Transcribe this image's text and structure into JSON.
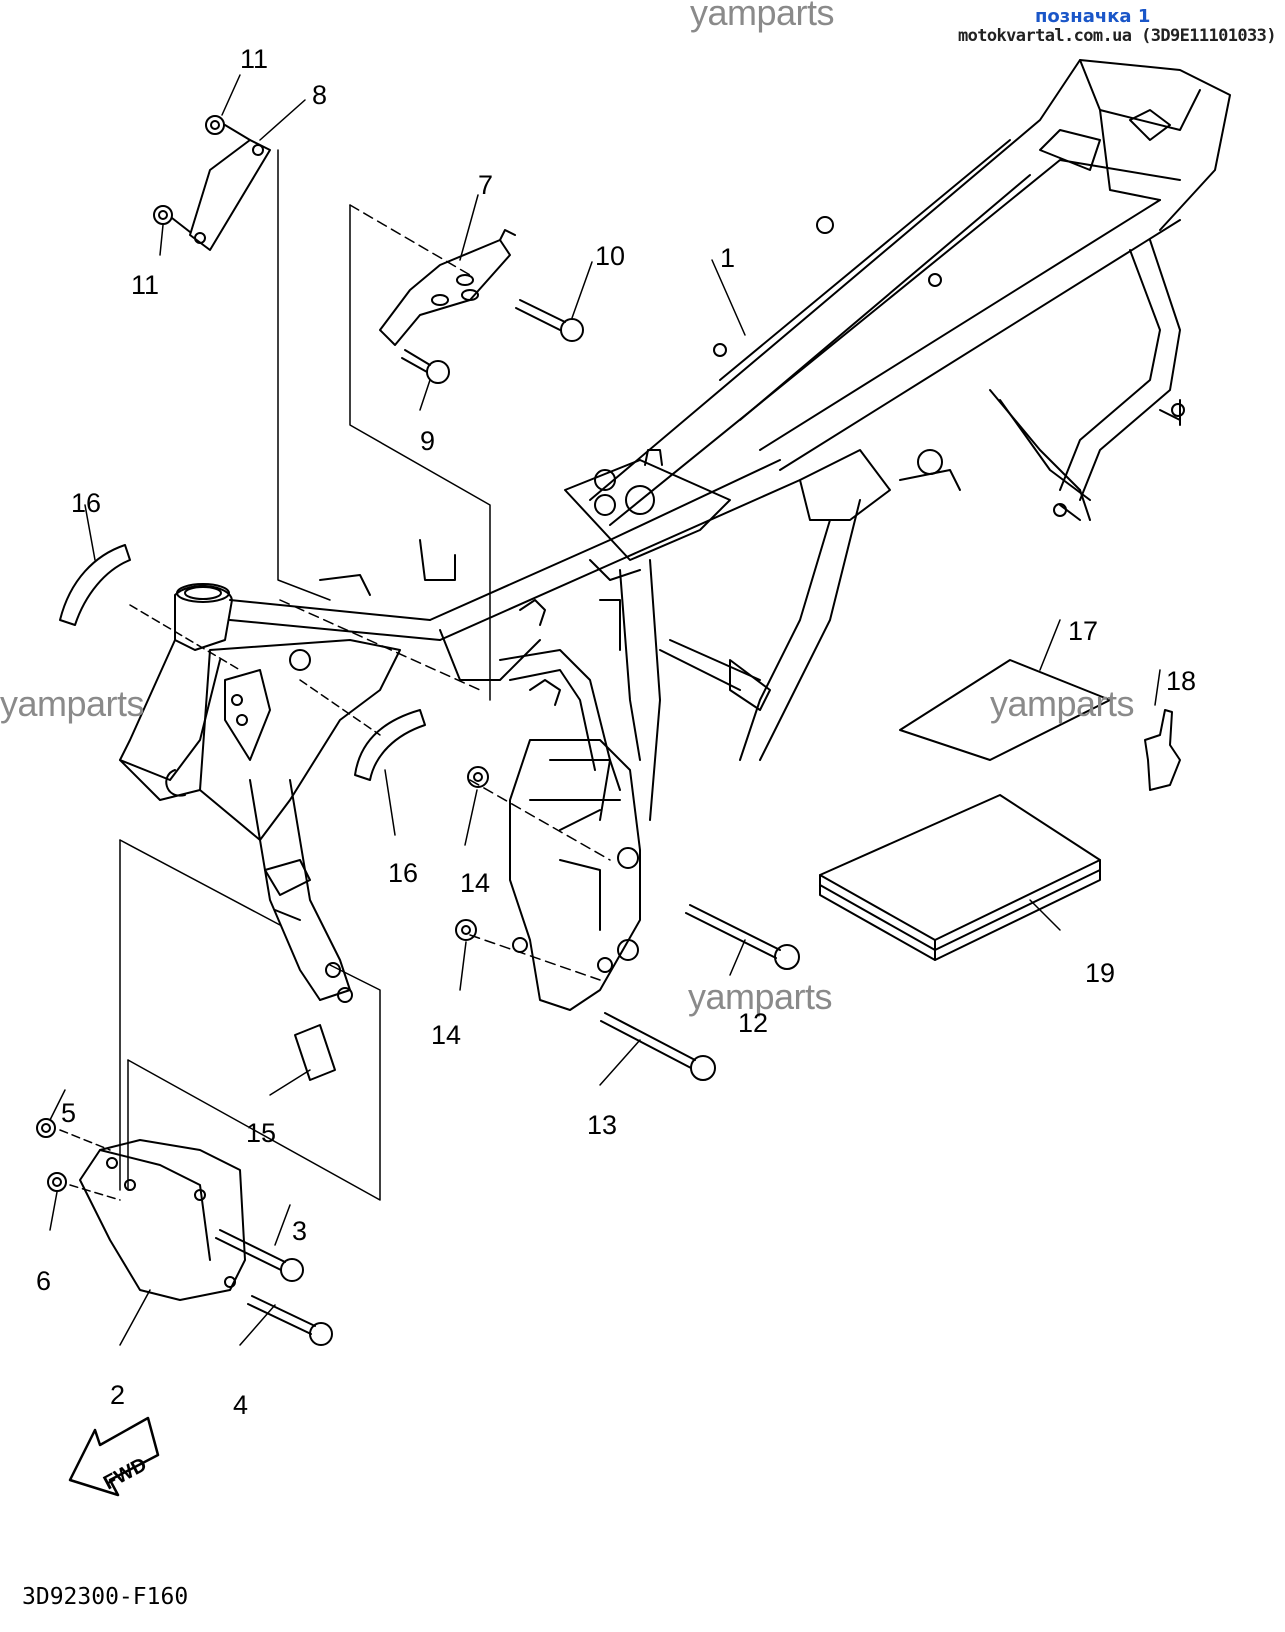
{
  "header": {
    "link_text": "позначка 1",
    "source_text": "motokvartal.com.ua (3D9E11101033)"
  },
  "watermarks": [
    "yamparts",
    "yamparts",
    "yamparts",
    "yamparts"
  ],
  "part_labels": [
    "11",
    "8",
    "11",
    "7",
    "10",
    "1",
    "9",
    "16",
    "16",
    "14",
    "17",
    "18",
    "14",
    "19",
    "12",
    "13",
    "15",
    "5",
    "3",
    "6",
    "2",
    "4"
  ],
  "fwd_label": "FWD",
  "diagram_code": "3D92300-F160",
  "colors": {
    "line": "#000000",
    "watermark": "#8a8a8a",
    "link": "#1a56c8"
  }
}
